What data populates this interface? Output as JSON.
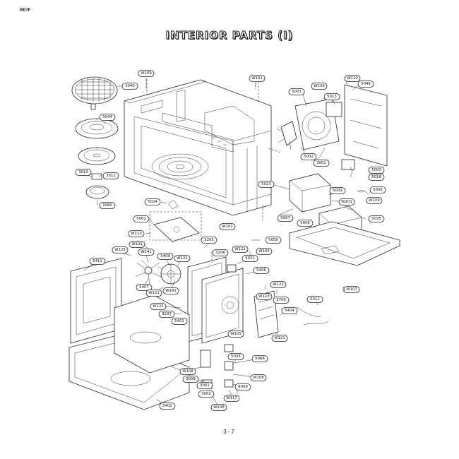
{
  "header": {
    "model_tag": "RE7F",
    "title": "INTERIOR PARTS (I)",
    "page_number": "3-7"
  },
  "callouts": [
    {
      "label": "W109"
    },
    {
      "label": "3040"
    },
    {
      "label": "W101"
    },
    {
      "label": "W109"
    },
    {
      "label": "W110"
    },
    {
      "label": "5049"
    },
    {
      "label": "5003"
    },
    {
      "label": "5013"
    },
    {
      "label": "3044"
    },
    {
      "label": "5002"
    },
    {
      "label": "3002"
    },
    {
      "label": "5000"
    },
    {
      "label": "3012"
    },
    {
      "label": "3013"
    },
    {
      "label": "5018"
    },
    {
      "label": "5023"
    },
    {
      "label": "5009"
    },
    {
      "label": "W101"
    },
    {
      "label": "5006"
    },
    {
      "label": "3080"
    },
    {
      "label": "W109"
    },
    {
      "label": "5024"
    },
    {
      "label": "5035"
    },
    {
      "label": "5062"
    },
    {
      "label": "5067"
    },
    {
      "label": "W102"
    },
    {
      "label": "5008"
    },
    {
      "label": "W119"
    },
    {
      "label": "5059"
    },
    {
      "label": "W121"
    },
    {
      "label": "3205"
    },
    {
      "label": "W125"
    },
    {
      "label": "W141"
    },
    {
      "label": "5409"
    },
    {
      "label": "3206"
    },
    {
      "label": "W121"
    },
    {
      "label": "W105"
    },
    {
      "label": "5021"
    },
    {
      "label": "5411"
    },
    {
      "label": "W121"
    },
    {
      "label": "5406"
    },
    {
      "label": "W123"
    },
    {
      "label": "5407"
    },
    {
      "label": "W121"
    },
    {
      "label": "W141"
    },
    {
      "label": "W107"
    },
    {
      "label": "W123"
    },
    {
      "label": "3706"
    },
    {
      "label": "5012"
    },
    {
      "label": "W121"
    },
    {
      "label": "5404"
    },
    {
      "label": "3207"
    },
    {
      "label": "5401"
    },
    {
      "label": "W105"
    },
    {
      "label": "W121"
    },
    {
      "label": "5068"
    },
    {
      "label": "5035"
    },
    {
      "label": "W108"
    },
    {
      "label": "3009"
    },
    {
      "label": "W108"
    },
    {
      "label": "3001"
    },
    {
      "label": "4009"
    },
    {
      "label": "3002"
    },
    {
      "label": "W117"
    },
    {
      "label": "W108"
    },
    {
      "label": "5402"
    }
  ]
}
